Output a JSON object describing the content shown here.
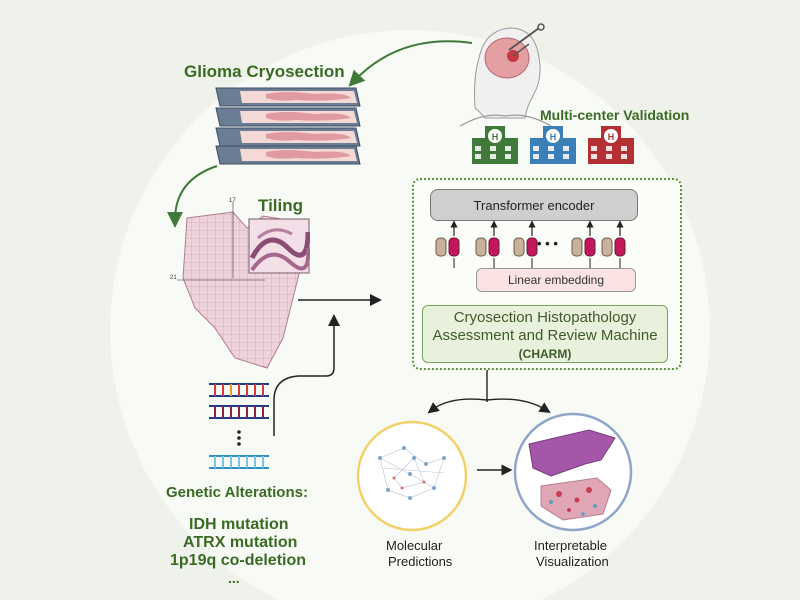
{
  "title_cryosection": "Glioma Cryosection",
  "title_tiling": "Tiling",
  "title_validation": "Multi-center Validation",
  "model": {
    "encoder": "Transformer encoder",
    "embedding": "Linear embedding",
    "ellipsis": "• • •",
    "name_line1": "Cryosection Histopathology",
    "name_line2": "Assessment and Review Machine",
    "name_abbr": "(CHARM)"
  },
  "genetic": {
    "heading": "Genetic Alterations:",
    "items": [
      "IDH mutation",
      "ATRX mutation",
      "1p19q co-deletion",
      "..."
    ]
  },
  "outputs": {
    "predictions_line1": "Molecular",
    "predictions_line2": "Predictions",
    "visualization_line1": "Interpretable",
    "visualization_line2": "Visualization"
  },
  "tile_axis": {
    "top": "17",
    "left": "21"
  },
  "hospitals": [
    {
      "letter": "H",
      "color": "#3f7a3a"
    },
    {
      "letter": "H",
      "color": "#3b7fb6"
    },
    {
      "letter": "H",
      "color": "#b53034"
    }
  ],
  "colors": {
    "title_green": "#3a6b25",
    "token_tan": "#c9b29b",
    "token_red": "#c2185b",
    "stain_pink": "#d98a9a"
  }
}
